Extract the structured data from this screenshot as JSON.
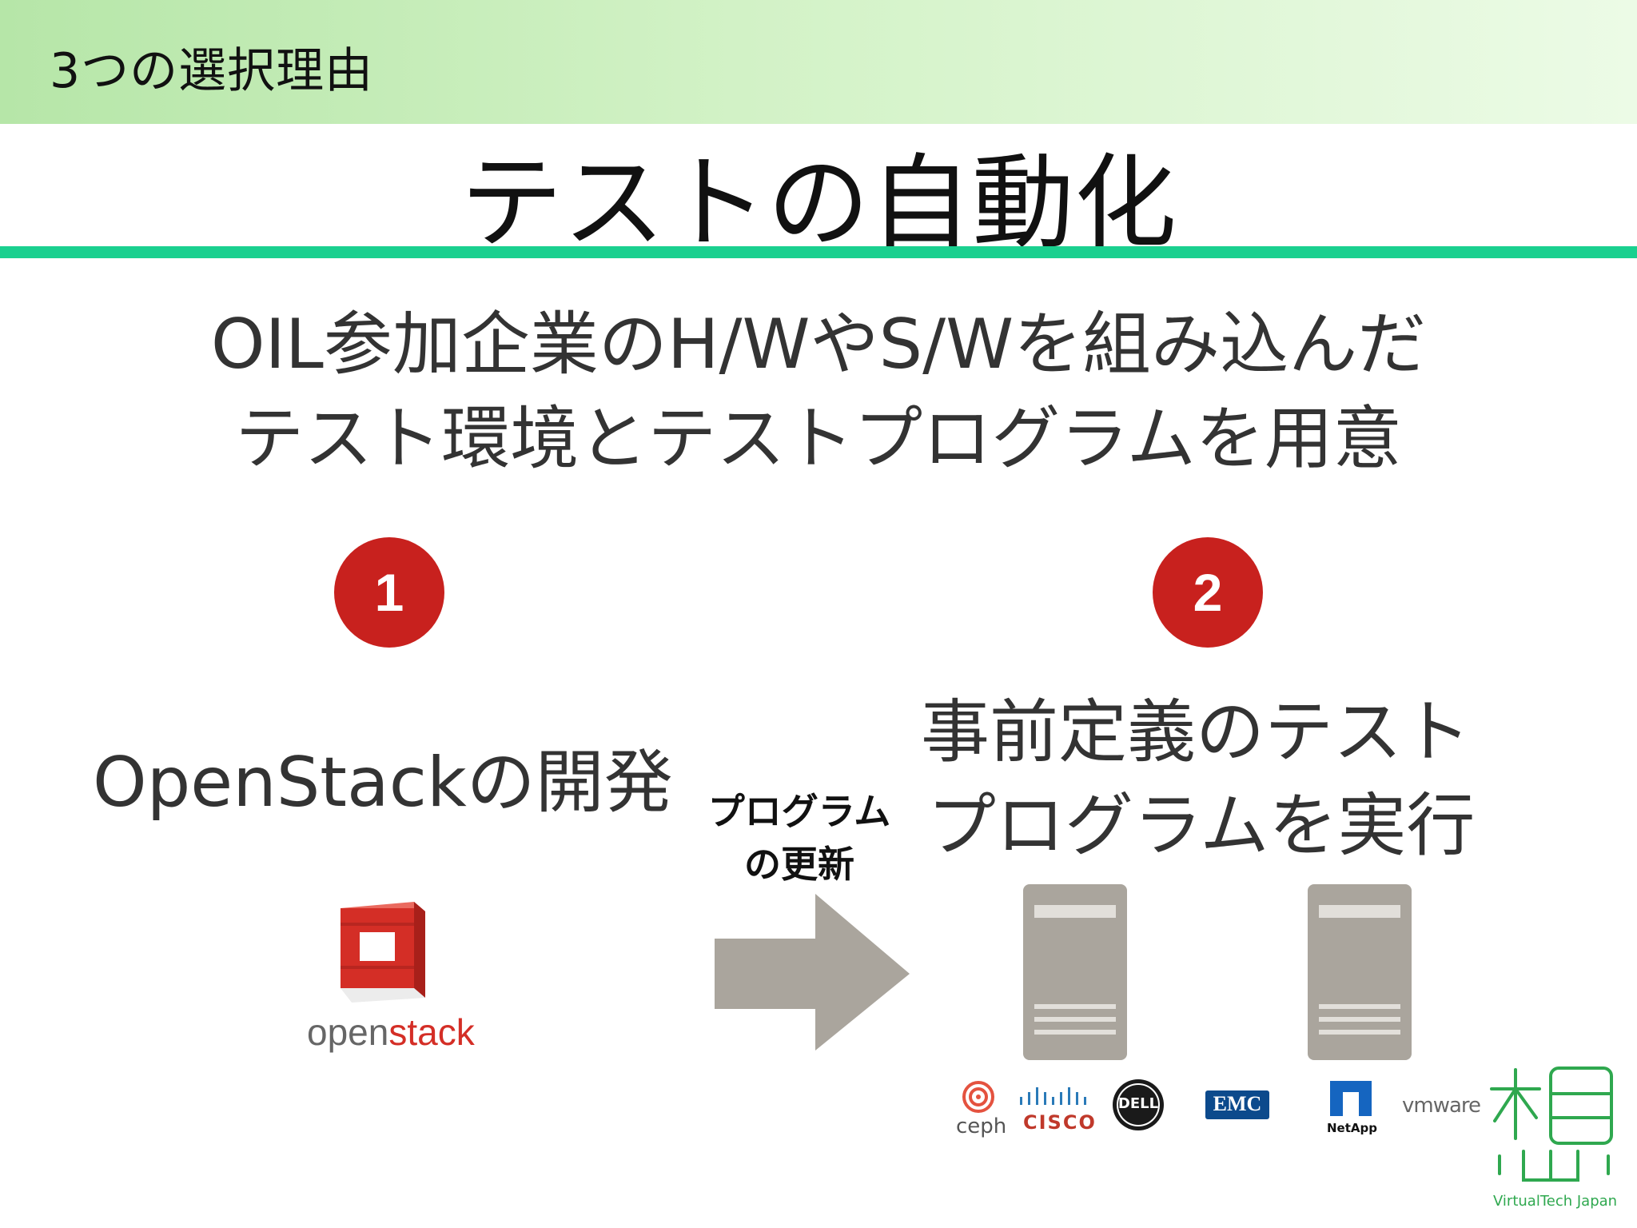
{
  "header": {
    "section_label": "3つの選択理由"
  },
  "title": "テストの自動化",
  "description": {
    "line1": "OIL参加企業のH/WやS/Wを組み込んだ",
    "line2": "テスト環境とテストプログラムを用意"
  },
  "steps": [
    {
      "number": "1",
      "label": "OpenStackの開発"
    },
    {
      "number": "2",
      "label_line1": "事前定義のテスト",
      "label_line2": "プログラムを実行"
    }
  ],
  "arrow": {
    "label_line1": "プログラム",
    "label_line2": "の更新"
  },
  "logos": {
    "openstack": "openstack",
    "ceph": "ceph",
    "cisco": "CISCO",
    "dell": "DELL",
    "emc": "EMC",
    "netapp": "NetApp",
    "vmware": "vmware",
    "virtualtech": "VirtualTech Japan"
  },
  "colors": {
    "accent_rule": "#1ad08f",
    "badge": "#c8211e",
    "header_gradient": "#b6e6a8",
    "server": "#aaa59d",
    "openstack_red": "#d42e26",
    "virtualtech_green": "#2fa84f"
  },
  "icons": [
    "openstack-logo-icon",
    "arrow-right-icon",
    "server-icon",
    "ceph-icon",
    "cisco-icon",
    "dell-icon",
    "emc-icon",
    "netapp-icon",
    "vmware-icon",
    "virtualtech-icon"
  ]
}
